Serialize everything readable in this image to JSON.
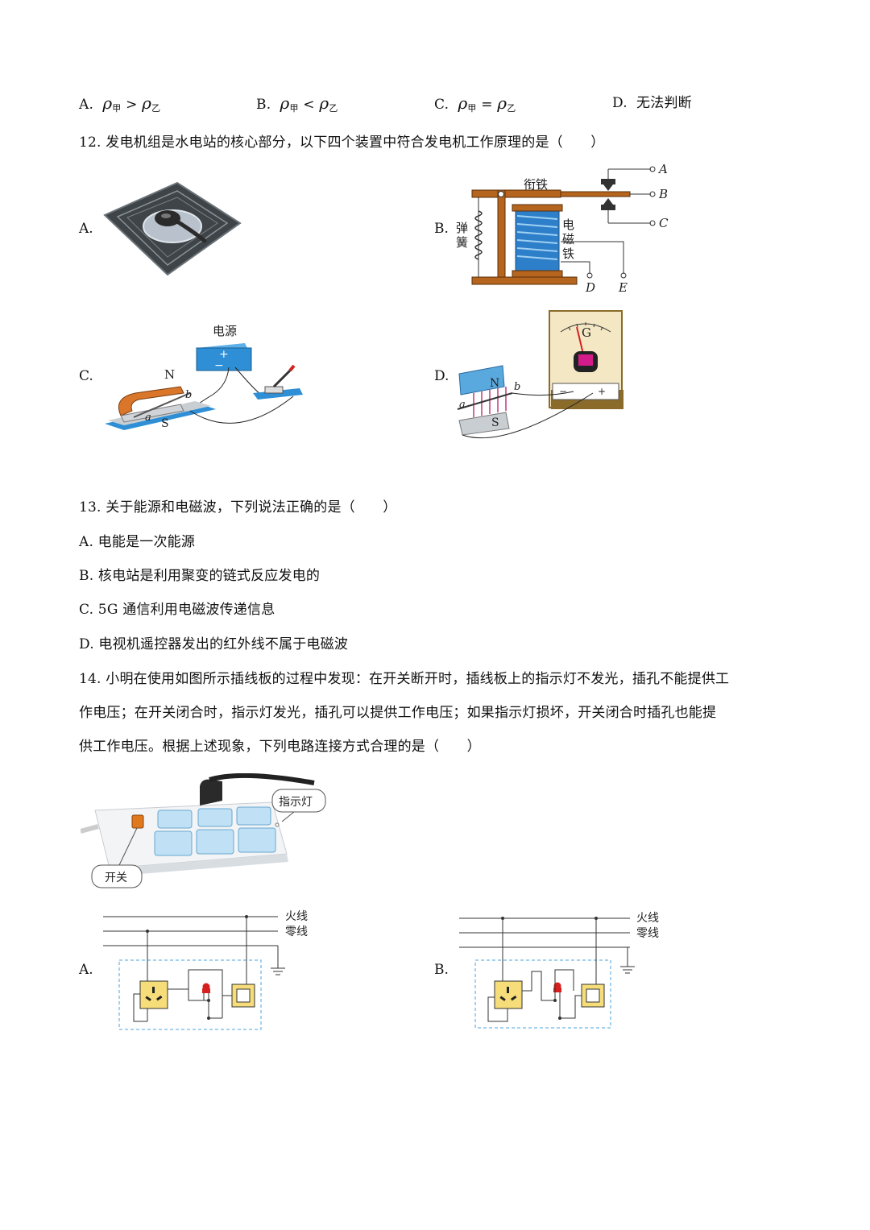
{
  "q11": {
    "options": [
      {
        "label": "A.",
        "left": "ρ",
        "left_sub": "甲",
        "op": ">",
        "right": "ρ",
        "right_sub": "乙"
      },
      {
        "label": "B.",
        "left": "ρ",
        "left_sub": "甲",
        "op": "<",
        "right": "ρ",
        "right_sub": "乙"
      },
      {
        "label": "C.",
        "left": "ρ",
        "left_sub": "甲",
        "op": "=",
        "right": "ρ",
        "right_sub": "乙"
      }
    ],
    "option_d": {
      "label": "D.",
      "text": "无法判断"
    }
  },
  "q12": {
    "stem": "12. 发电机组是水电站的核心部分，以下四个装置中符合发电机工作原理的是（　　）",
    "labels": [
      "A.",
      "B.",
      "C.",
      "D."
    ],
    "fig_b": {
      "armature": "衔铁",
      "spring": [
        "弹",
        "簧"
      ],
      "magnet": [
        "电",
        "磁",
        "铁"
      ],
      "terminals": [
        "A",
        "B",
        "C",
        "D",
        "E"
      ]
    },
    "fig_c": {
      "power": "电源",
      "plus": "+",
      "minus": "−",
      "n": "N",
      "s": "S",
      "a": "a",
      "b": "b"
    },
    "fig_d": {
      "g": "G",
      "n": "N",
      "s": "S",
      "a": "a",
      "b": "b",
      "minus": "−",
      "plus": "+"
    }
  },
  "q13": {
    "stem": "13. 关于能源和电磁波，下列说法正确的是（　　）",
    "options": [
      "A. 电能是一次能源",
      "B. 核电站是利用聚变的链式反应发电的",
      "C. 5G 通信利用电磁波传递信息",
      "D. 电视机遥控器发出的红外线不属于电磁波"
    ]
  },
  "q14": {
    "stem_lines": [
      "14. 小明在使用如图所示插线板的过程中发现：在开关断开时，插线板上的指示灯不发光，插孔不能提供工",
      "作电压；在开关闭合时，指示灯发光，插孔可以提供工作电压；如果指示灯损坏，开关闭合时插孔也能提",
      "供工作电压。根据上述现象，下列电路连接方式合理的是（　　）"
    ],
    "indicator_label": "指示灯",
    "switch_label": "开关",
    "live_wire": "火线",
    "neutral_wire": "零线",
    "labels": [
      "A.",
      "B."
    ]
  },
  "colors": {
    "accent_blue": "#4aa3df",
    "wood": "#b5651d",
    "red": "#d62020"
  }
}
